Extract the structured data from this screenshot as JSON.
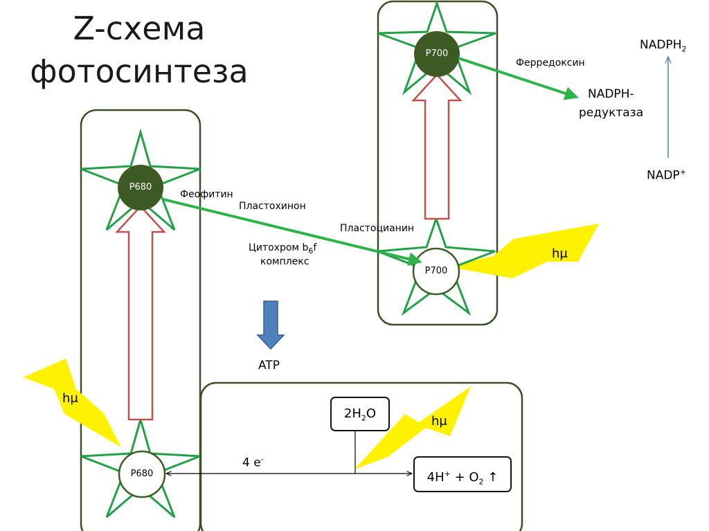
{
  "title": {
    "line1": "Z-схема",
    "line2": "фотосинтеза"
  },
  "ps2": {
    "bottom_node": "P680",
    "top_node": "P680"
  },
  "ps1": {
    "bottom_node": "P700",
    "top_node": "P700"
  },
  "carriers": {
    "pheophytin": "Феофитин",
    "plastoquinone": "Пластохинон",
    "plastocyanin": "Пластоцианин",
    "cytochrome_line1_pre": "Цитохром b",
    "cytochrome_sub": "6",
    "cytochrome_line1_post": "f",
    "cytochrome_line2": "комплекс",
    "ferredoxin": "Ферредоксин",
    "reductase_line1": "NADPH-",
    "reductase_line2": "редуктаза"
  },
  "nadp": {
    "nadph_base": "NADPH",
    "nadph_sub": "2",
    "nadp_base": "NADP",
    "nadp_sup": "+"
  },
  "atp": "ATP",
  "light": {
    "left": "hμ",
    "middle": "hμ",
    "right": "hμ"
  },
  "water_split": {
    "water_pre": "2H",
    "water_sub": "2",
    "water_post": "O",
    "electrons_base": "4 e",
    "electrons_sup": "-",
    "products_pre": "4H",
    "products_sup": "+",
    "products_mid": " + O",
    "products_sub": "2",
    "products_post": " ↑"
  },
  "colors": {
    "star_stroke": "#22a047",
    "node_dark": "#3d5a24",
    "box_stroke": "#3d4d24",
    "uphill_arrow": "#c0504d",
    "electron_arrow": "#2db34a",
    "atp_arrow": "#4f81bd",
    "light_bolt": "#fff200",
    "nadp_arrow": "#4f81bd"
  }
}
